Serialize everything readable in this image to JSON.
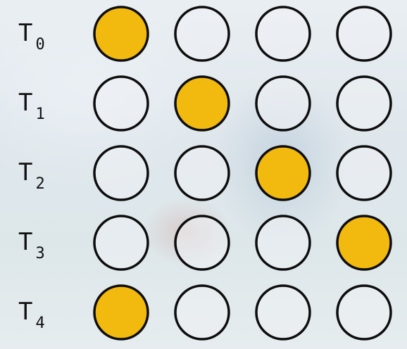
{
  "rows": [
    {
      "label": "T",
      "subscript": "0",
      "active_column": 0
    },
    {
      "label": "T",
      "subscript": "1",
      "active_column": 1
    },
    {
      "label": "T",
      "subscript": "2",
      "active_column": 2
    },
    {
      "label": "T",
      "subscript": "3",
      "active_column": 3
    },
    {
      "label": "T",
      "subscript": "4",
      "active_column": 0
    }
  ],
  "columns": 4,
  "colors": {
    "active_fill": "#f2b90f",
    "inactive_fill": "#eef1f4",
    "outline": "#0d0d0d",
    "text": "#111111"
  }
}
